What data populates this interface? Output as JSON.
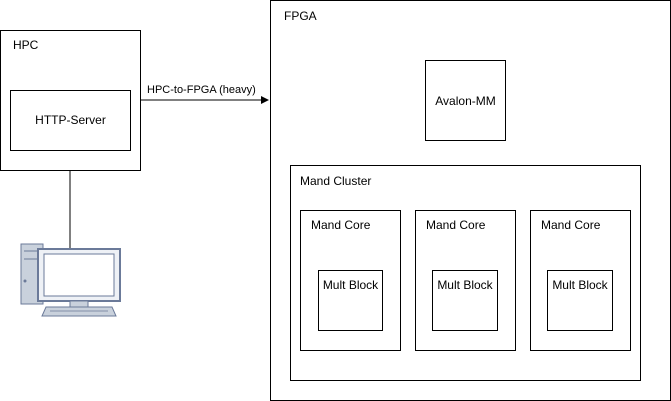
{
  "hpc": {
    "title": "HPC",
    "server_label": "HTTP-Server"
  },
  "fpga": {
    "title": "FPGA",
    "avalon_label": "Avalon-MM"
  },
  "link": {
    "label": "HPC-to-FPGA (heavy)"
  },
  "cluster": {
    "title": "Mand Cluster",
    "cores": [
      {
        "title": "Mand Core",
        "block": "Mult Block"
      },
      {
        "title": "Mand Core",
        "block": "Mult Block"
      },
      {
        "title": "Mand Core",
        "block": "Mult Block"
      }
    ]
  },
  "client": {
    "icon": "desktop-computer-icon"
  }
}
